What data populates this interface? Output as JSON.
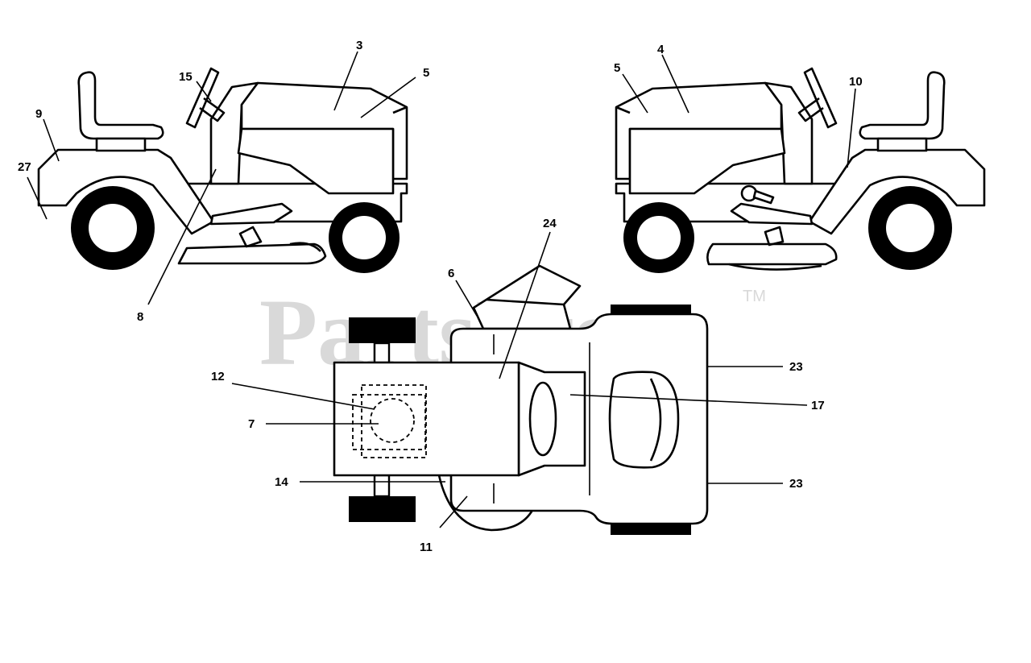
{
  "watermark": {
    "text": "PartsTree",
    "trademark": "TM"
  },
  "callouts": {
    "left_view": {
      "c3": "3",
      "c5": "5",
      "c15": "15",
      "c9": "9",
      "c27": "27",
      "c8": "8"
    },
    "right_view": {
      "c4": "4",
      "c5": "5",
      "c10": "10"
    },
    "top_view": {
      "c24": "24",
      "c6": "6",
      "c12": "12",
      "c7": "7",
      "c14": "14",
      "c11": "11",
      "c23a": "23",
      "c17": "17",
      "c23b": "23"
    }
  },
  "colors": {
    "ink": "#000000",
    "watermark": "#d9d9d9",
    "background": "#ffffff"
  }
}
